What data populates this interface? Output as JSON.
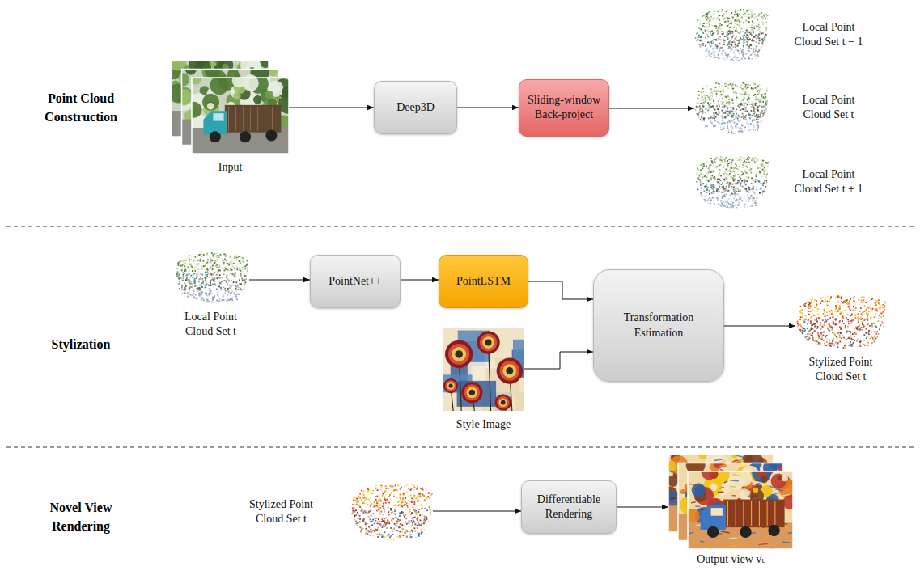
{
  "diagram": {
    "nodes": [
      {
        "text": [
          "Input"
        ]
      },
      {
        "text": [
          "Deep3D"
        ]
      },
      {
        "text": [
          "Sliding-window Back-project"
        ]
      },
      {
        "text": [
          "Local Point Cloud Set t − 1"
        ]
      },
      {
        "text": [
          "Local Point Cloud Set t"
        ]
      },
      {
        "text": [
          "Local Point Cloud Set t + 1"
        ]
      },
      {
        "text": [
          "Local Point Cloud Set t"
        ]
      },
      {
        "text": [
          "PointNet++"
        ]
      },
      {
        "text": [
          "PointLSTM"
        ]
      },
      {
        "text": [
          "Style Image"
        ]
      },
      {
        "text": [
          "Transformation Estimation"
        ]
      },
      {
        "text": [
          "Stylized Point Cloud Set t"
        ]
      },
      {
        "text": [
          "Stylized Point Cloud Set t"
        ]
      },
      {
        "text": [
          "Differentiable Rendering"
        ]
      },
      {
        "text": [
          "Output view vₜ"
        ]
      }
    ],
    "edges": [
      {
        "from": 0,
        "to": 1,
        "arrow": "to"
      },
      {
        "from": 1,
        "to": 2,
        "arrow": "to"
      },
      {
        "from": 2,
        "to": 4,
        "arrow": "to"
      },
      {
        "from": 6,
        "to": 7,
        "arrow": "to"
      },
      {
        "from": 7,
        "to": 8,
        "arrow": "to"
      },
      {
        "from": 8,
        "to": 10,
        "arrow": "to"
      },
      {
        "from": 9,
        "to": 10,
        "arrow": "to"
      },
      {
        "from": 10,
        "to": 11,
        "arrow": "to"
      },
      {
        "from": 12,
        "to": 13,
        "arrow": "to"
      },
      {
        "from": 13,
        "to": 14,
        "arrow": "to"
      }
    ],
    "labels": [
      "Point Cloud Construction",
      "Stylization",
      "Novel View Rendering"
    ]
  }
}
